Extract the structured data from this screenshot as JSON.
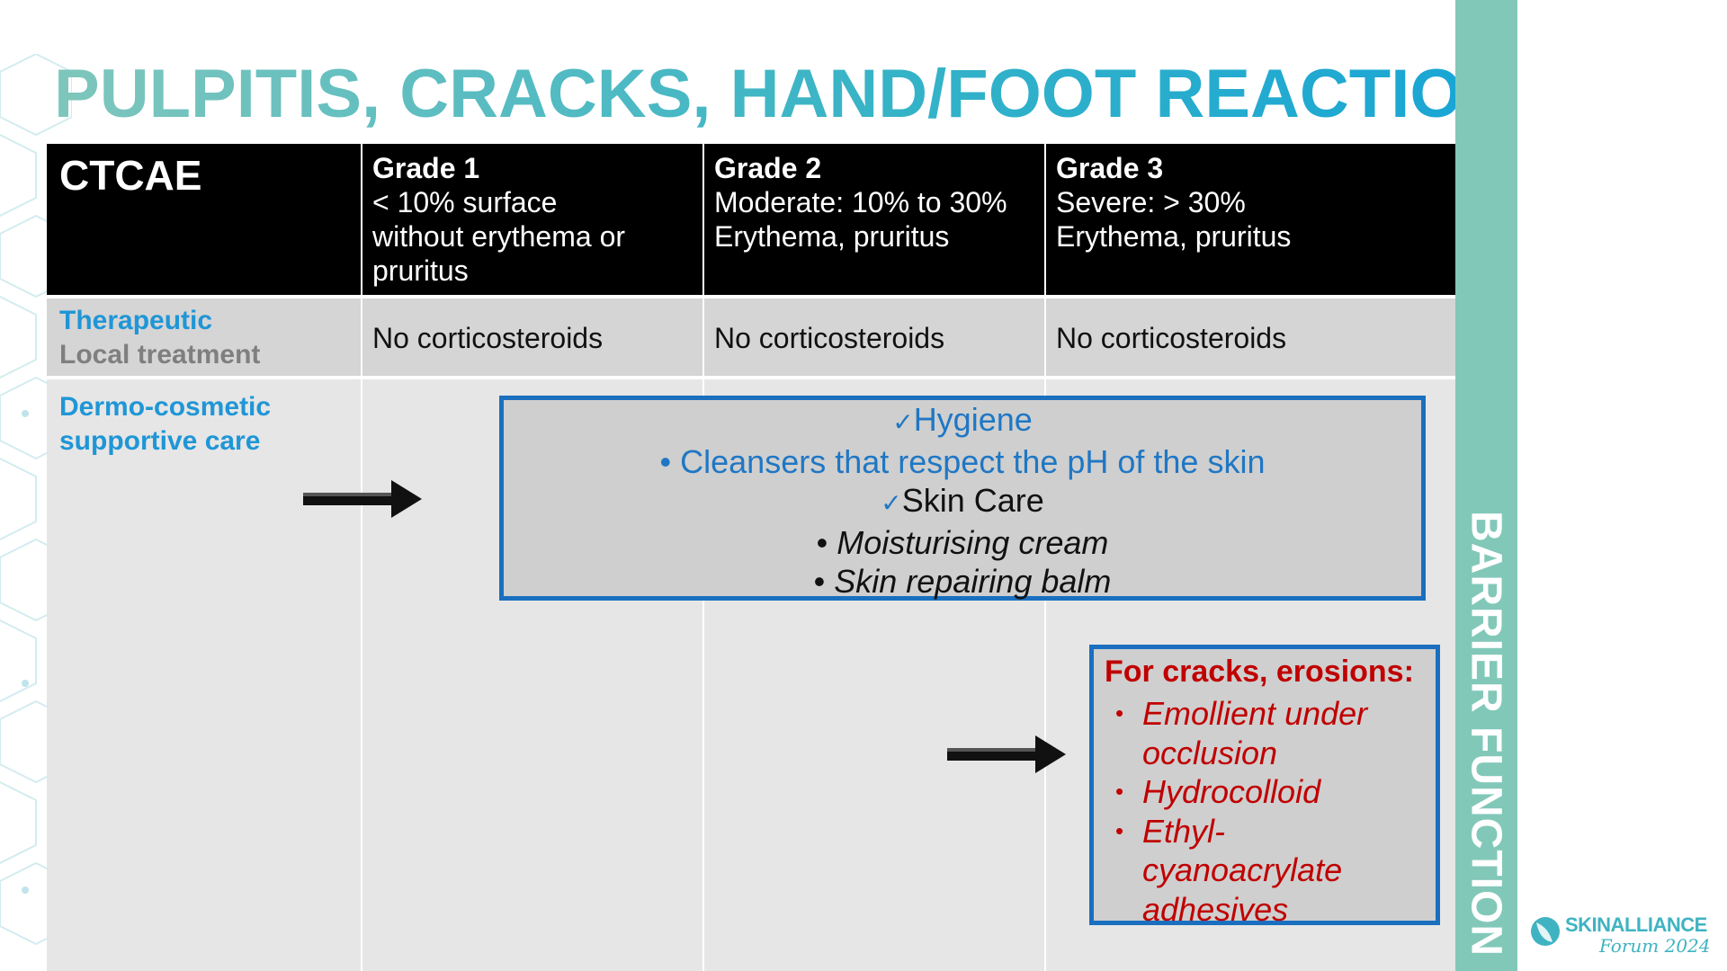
{
  "title": "PULPITIS, CRACKS, HAND/FOOT REACTIONS",
  "side_band": "BARRIER FUNCTION",
  "logo": {
    "name": "SKINALLIANCE",
    "subtitle": "Forum 2024",
    "color": "#3fb3c2"
  },
  "colors": {
    "accent_blue": "#1f96d6",
    "box_border": "#1a6fbf",
    "red_text": "#c00000",
    "band": "#82c8b9"
  },
  "table": {
    "header": {
      "label": "CTCAE",
      "grades": [
        {
          "title": "Grade 1",
          "desc": [
            "< 10% surface",
            "without erythema or",
            "pruritus"
          ]
        },
        {
          "title": "Grade 2",
          "desc": [
            "Moderate: 10% to 30%",
            "Erythema, pruritus"
          ]
        },
        {
          "title": "Grade 3",
          "desc": [
            "Severe: > 30%",
            "Erythema, pruritus"
          ]
        }
      ]
    },
    "therapeutic": {
      "label_line1": "Therapeutic",
      "label_line2": "Local treatment",
      "values": [
        "No corticosteroids",
        "No corticosteroids",
        "No corticosteroids"
      ]
    },
    "dermo": {
      "label_line1": "Dermo-cosmetic",
      "label_line2": "supportive care"
    }
  },
  "care_box": {
    "hygiene": "Hygiene",
    "cleansers": "Cleansers that respect the pH of the skin",
    "skin_care": "Skin Care",
    "moisturising": "Moisturising cream",
    "repairing": "Skin repairing balm",
    "check_icon": "check-icon",
    "bullet": "•"
  },
  "cracks_box": {
    "heading": "For cracks, erosions:",
    "items": [
      "Emollient under occlusion",
      "Hydrocolloid",
      "Ethyl-cyanoacrylate adhesives"
    ]
  }
}
